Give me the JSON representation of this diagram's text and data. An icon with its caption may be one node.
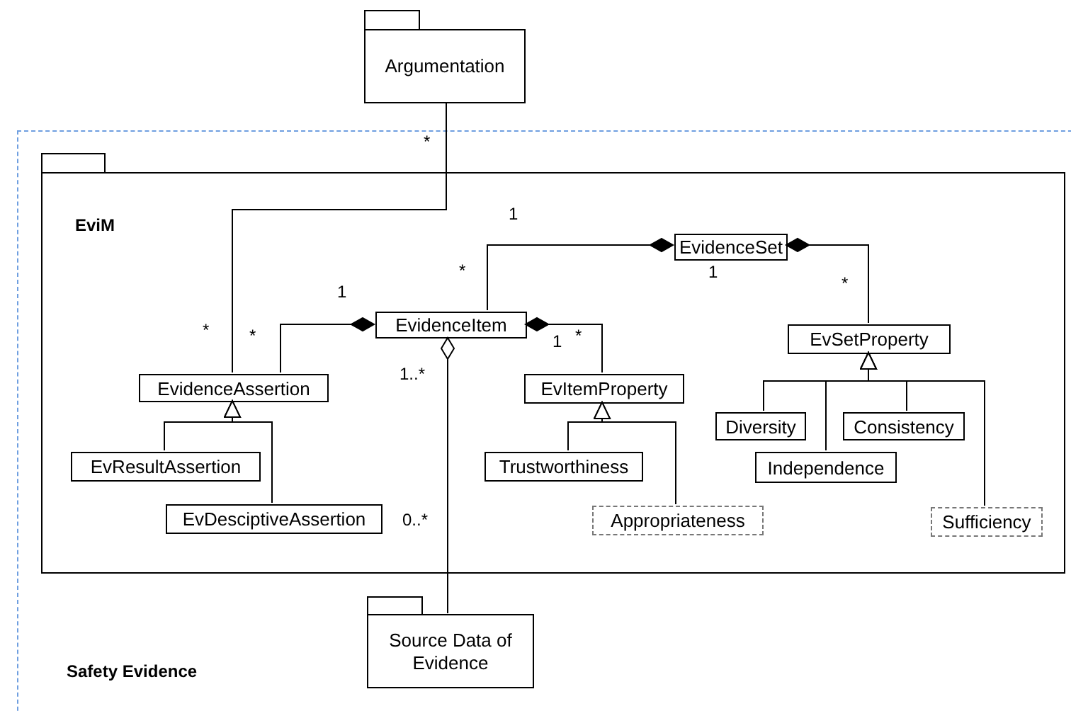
{
  "diagram": {
    "nodes": [
      {
        "text": [
          "Safety Evidence"
        ]
      },
      {
        "text": [
          "EviM"
        ],
        "in": 0
      },
      {
        "text": [
          "Argumentation"
        ]
      },
      {
        "text": [
          "EvidenceSet"
        ],
        "in": 1
      },
      {
        "text": [
          "EvidenceItem"
        ],
        "in": 1
      },
      {
        "text": [
          "EvidenceAssertion"
        ],
        "in": 1
      },
      {
        "text": [
          "EvItemProperty"
        ],
        "in": 1
      },
      {
        "text": [
          "EvSetProperty"
        ],
        "in": 1
      },
      {
        "text": [
          "EvResultAssertion"
        ],
        "in": 1
      },
      {
        "text": [
          "EvDesciptiveAssertion"
        ],
        "in": 1
      },
      {
        "text": [
          "Trustworthiness"
        ],
        "in": 1
      },
      {
        "text": [
          "Appropriateness"
        ],
        "in": 1
      },
      {
        "text": [
          "Diversity"
        ],
        "in": 1
      },
      {
        "text": [
          "Consistency"
        ],
        "in": 1
      },
      {
        "text": [
          "Independence"
        ],
        "in": 1
      },
      {
        "text": [
          "Sufficiency"
        ],
        "in": 1
      },
      {
        "text": [
          "Source Data of Evidence"
        ],
        "in": 0
      }
    ],
    "edges": [
      {
        "from": 2,
        "to": 5,
        "arrow": "none"
      },
      {
        "from": 3,
        "to": 4,
        "arrow": "other"
      },
      {
        "from": 3,
        "to": 7,
        "arrow": "other"
      },
      {
        "from": 4,
        "to": 5,
        "arrow": "other"
      },
      {
        "from": 4,
        "to": 6,
        "arrow": "other"
      },
      {
        "from": 4,
        "to": 16,
        "arrow": "other"
      },
      {
        "from": 8,
        "to": 5,
        "arrow": "to"
      },
      {
        "from": 9,
        "to": 5,
        "arrow": "to"
      },
      {
        "from": 10,
        "to": 6,
        "arrow": "to"
      },
      {
        "from": 11,
        "to": 6,
        "arrow": "to"
      },
      {
        "from": 12,
        "to": 7,
        "arrow": "to"
      },
      {
        "from": 14,
        "to": 7,
        "arrow": "to"
      },
      {
        "from": 13,
        "to": 7,
        "arrow": "to"
      },
      {
        "from": 15,
        "to": 7,
        "arrow": "to"
      }
    ],
    "labels": [
      "*",
      "1",
      "*",
      "1",
      "*",
      "1",
      "*",
      "*",
      "*",
      "1",
      "1..*",
      "0..*"
    ]
  }
}
